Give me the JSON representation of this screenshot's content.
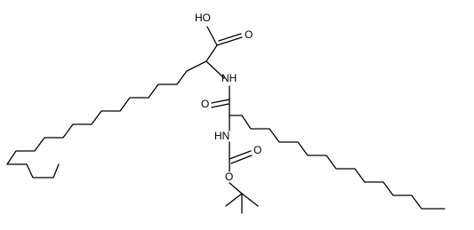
{
  "molecule": {
    "labels": {
      "oh": "HO",
      "acid_o": "O",
      "nh_top": "NH",
      "amide_o": "O",
      "nh_boc": "HN",
      "carbamate_o": "O",
      "ether_o": "O"
    }
  }
}
